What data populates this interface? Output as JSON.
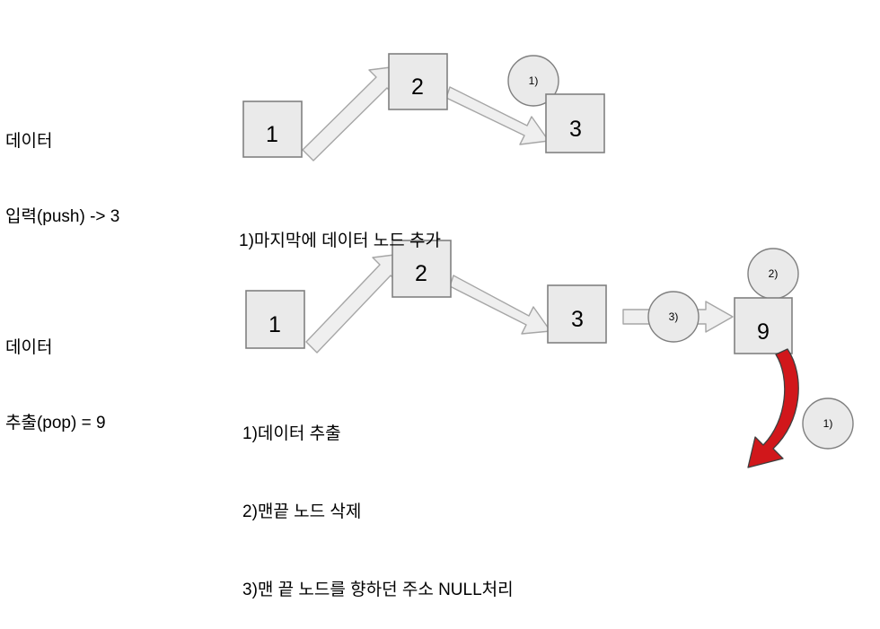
{
  "diagram": {
    "title_visible": false,
    "colors": {
      "node_fill": "#EAEAEA",
      "node_stroke": "#808080",
      "arrow_fill": "#EFEFEF",
      "arrow_stroke": "#A6A6A6",
      "circle_fill": "#EAEAEA",
      "circle_stroke": "#7F7F7F",
      "red_arrow": "#D1171B",
      "red_arrow_outline": "#404040",
      "text": "#000000",
      "background": "#FFFFFF"
    }
  },
  "push_section": {
    "label_line1": "데이터",
    "label_line2": "입력(push) -> 3",
    "nodes": [
      {
        "value": "1"
      },
      {
        "value": "2"
      },
      {
        "value": "3"
      }
    ],
    "markers": [
      {
        "label": "1)"
      }
    ],
    "caption": "1)마지막에 데이터 노드 추가"
  },
  "pop_section": {
    "label_line1": "데이터",
    "label_line2": "추출(pop) = 9",
    "nodes": [
      {
        "value": "1"
      },
      {
        "value": "2"
      },
      {
        "value": "3"
      },
      {
        "value": "9"
      }
    ],
    "markers": [
      {
        "label": "3)"
      },
      {
        "label": "2)"
      },
      {
        "label": "1)"
      }
    ],
    "caption_line1": "1)데이터 추출",
    "caption_line2": "2)맨끝 노드 삭제",
    "caption_line3": "3)맨 끝 노드를 향하던 주소 NULL처리"
  }
}
